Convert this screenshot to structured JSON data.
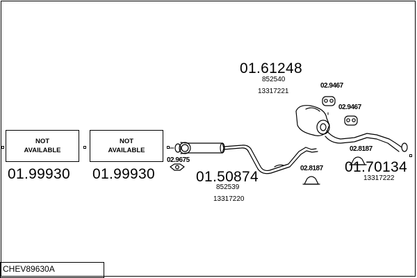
{
  "diagram_code": "CHEV89630A",
  "not_available": {
    "box1": {
      "line1": "NOT",
      "line2": "AVAILABLE"
    },
    "box2": {
      "line1": "NOT",
      "line2": "AVAILABLE"
    }
  },
  "parts": [
    {
      "number": "01.99930"
    },
    {
      "number": "01.99930"
    },
    {
      "number": "01.50874",
      "ref1": "852539",
      "ref2": "13317220"
    },
    {
      "number": "01.61248",
      "ref1": "852540",
      "ref2": "13317221"
    },
    {
      "number": "01.70134",
      "ref1": "13317222"
    }
  ],
  "hardware": [
    {
      "number": "02.9675"
    },
    {
      "number": "02.9467"
    },
    {
      "number": "02.9467"
    },
    {
      "number": "02.8187"
    },
    {
      "number": "02.8187"
    }
  ]
}
